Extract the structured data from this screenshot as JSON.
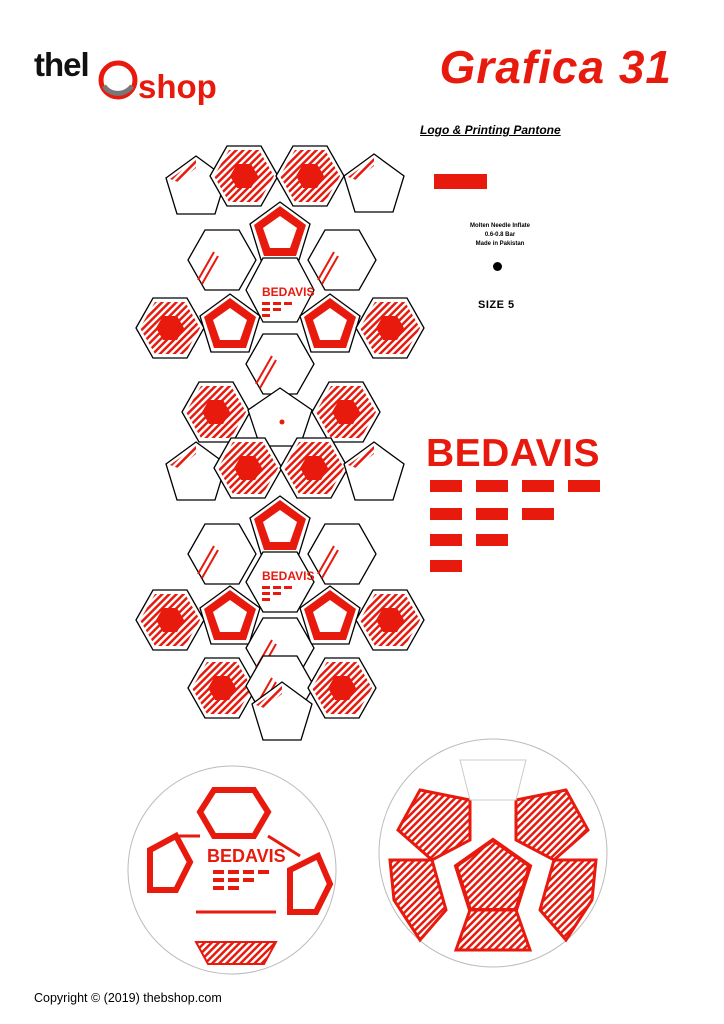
{
  "header": {
    "logo_text_left": "thel",
    "logo_text_right": "shop",
    "title": "Grafica 31"
  },
  "spec": {
    "pantone_heading": "Logo & Printing Pantone",
    "info_lines": [
      "Molten Needle Inflate",
      "0.6-0.8 Bar",
      "Made in Pakistan"
    ],
    "size_label": "SIZE 5"
  },
  "brand": {
    "name": "BEDAVIS"
  },
  "footer": {
    "copyright": "Copyright © (2019) thebshop.com"
  },
  "colors": {
    "accent": "#e8190d",
    "line": "#000000"
  }
}
